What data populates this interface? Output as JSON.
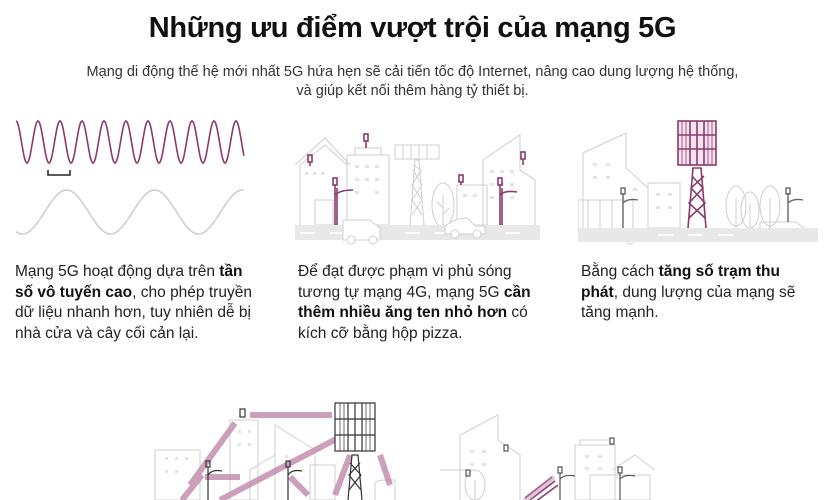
{
  "header": {
    "title": "Những ưu điểm vượt trội của mạng 5G",
    "subtitle_line1": "Mạng di động thế hệ mới nhất 5G hứa hẹn sẽ cải tiến tốc độ Internet, nâng cao dung lượng hệ thống,",
    "subtitle_line2": "và giúp kết nối thêm hàng tỷ thiết bị."
  },
  "colors": {
    "accent": "#8b3a6e",
    "accent_light": "#c48fb0",
    "line_gray": "#c8c8c8",
    "road_gray": "#e6e6e6",
    "text": "#222222"
  },
  "panels": [
    {
      "icon": "wave-frequency-illustration",
      "text_pre": "Mạng 5G hoạt động dựa trên ",
      "text_bold": "tần số vô tuyến cao",
      "text_post": ", cho phép truyền dữ liệu nhanh hơn, tuy nhiên dễ bị nhà cửa và cây cối cản lại."
    },
    {
      "icon": "city-small-antennas-illustration",
      "text_pre": "Để đạt được phạm vi phủ sóng tương tự mạng 4G, mạng 5G ",
      "text_bold": "cần thêm nhiều ăng ten nhỏ hơn",
      "text_post": " có kích cỡ bằng hộp pizza."
    },
    {
      "icon": "city-cell-tower-illustration",
      "text_pre": "Bằng cách ",
      "text_bold": "tăng số trạm thu phát",
      "text_post": ", dung lượng của mạng sẽ tăng mạnh."
    }
  ],
  "bottom": {
    "left_icon": "tower-beam-network-illustration",
    "right_icon": "city-blocked-signal-illustration"
  }
}
